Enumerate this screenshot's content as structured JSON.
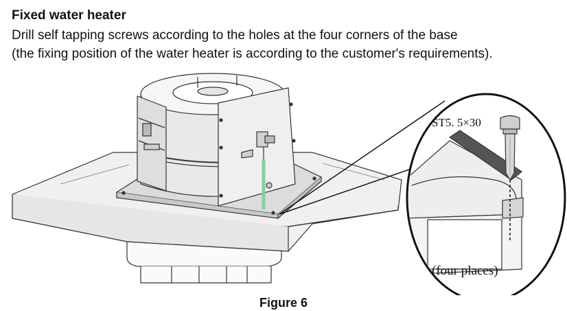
{
  "section": {
    "heading": "Fixed water heater",
    "line1": "Drill self tapping screws according to the holes at the four corners of the base",
    "line2": "(the fixing position of the water heater is according to the customer's requirements)."
  },
  "detail": {
    "screw_spec": "ST5. 5×30",
    "places_note": "(four places)"
  },
  "figure": {
    "caption": "Figure 6"
  }
}
